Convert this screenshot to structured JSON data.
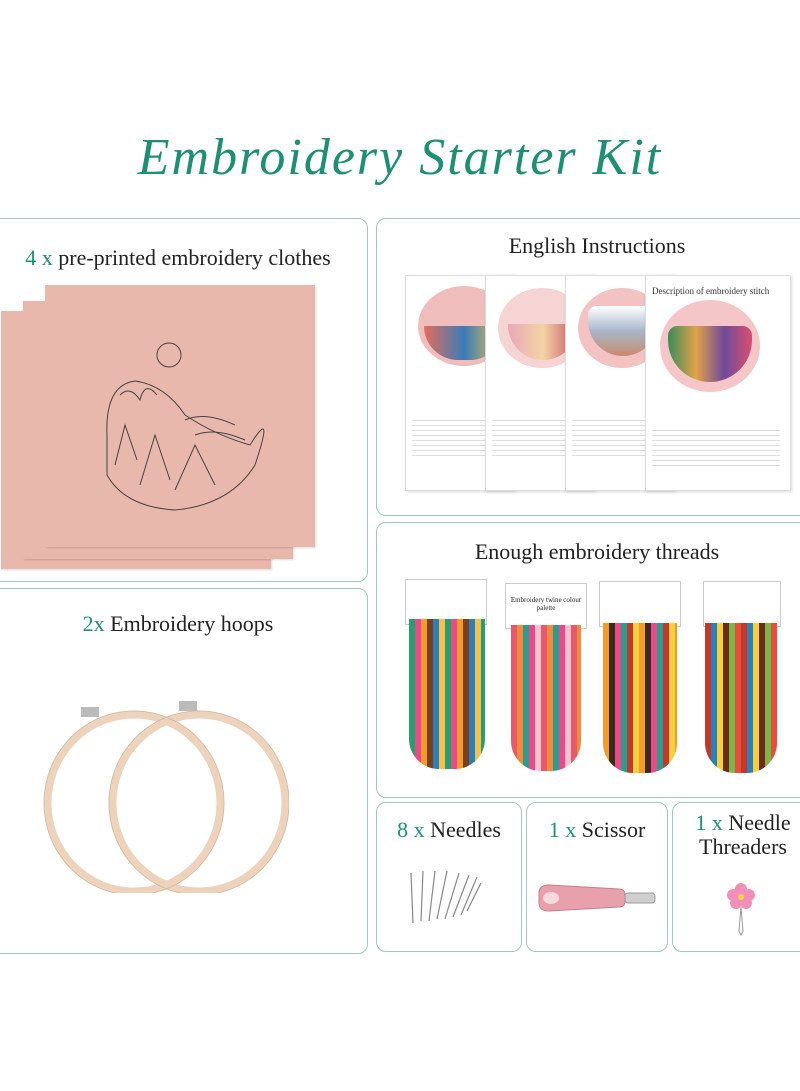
{
  "title": "Embroidery Starter Kit",
  "panels": {
    "clothes": {
      "qty": "4 x",
      "label": "pre-printed embroidery clothes"
    },
    "instructions": {
      "label": "English Instructions",
      "page_heading": "Description of embroidery stitch"
    },
    "threads": {
      "label": "Enough embroidery threads",
      "card_label": "Embroidery twine colour palette"
    },
    "hoops": {
      "qty": "2x",
      "label": "Embroidery hoops"
    },
    "needles": {
      "qty": "8 x",
      "label": "Needles"
    },
    "scissor": {
      "qty": "1 x",
      "label": "Scissor"
    },
    "threaders": {
      "qty": "1 x",
      "label": "Needle",
      "label2": "Threaders"
    }
  },
  "colors": {
    "accent": "#1f8f73",
    "border": "#9fc9bd",
    "fabric": "#e9b8ac",
    "hoop": "#f0d6bf",
    "scissor": "#e8a0ad"
  }
}
